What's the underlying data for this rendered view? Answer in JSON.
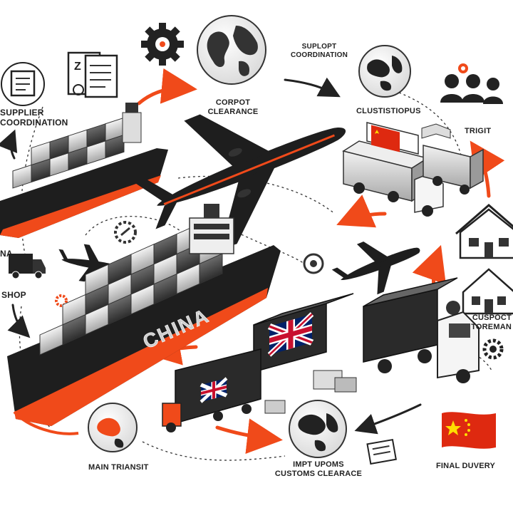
{
  "labels": {
    "supplier_coordination": [
      "SUPPLIER",
      "COORDINATION"
    ],
    "corpot_clearance": [
      "CORPOT",
      "CLEARANCE"
    ],
    "suplopt_coordination": [
      "SUPLOPT",
      "COORDINATION"
    ],
    "clustistopus": "CLUSTISTIOPUS",
    "trigit": "TRIGIT",
    "na": "NA",
    "shop": "SHOP",
    "cuspoct_toreman": [
      "CUSPOCT",
      "TOREMAN"
    ],
    "main_transit": "MAIN TRIANSIT",
    "impt_upoms": [
      "IMPT UPOMS",
      "CUSTOMS CLEARACE"
    ],
    "final_duvery": "FINAL DUVERY"
  },
  "ship_text": "CHINA",
  "colors": {
    "accent": "#f04a1a",
    "hull": "#1e1e1e",
    "container": "#4a4a4a",
    "flag_red": "#de2910",
    "flag_yellow": "#ffde00",
    "uk_blue": "#012169",
    "uk_red": "#c8102e"
  },
  "icons": [
    "gear-icon",
    "globe-icon",
    "document-icon",
    "people-icon",
    "house-icon",
    "truck-icon",
    "airplane-icon",
    "ship-icon",
    "china-flag-icon",
    "uk-flag-icon"
  ]
}
